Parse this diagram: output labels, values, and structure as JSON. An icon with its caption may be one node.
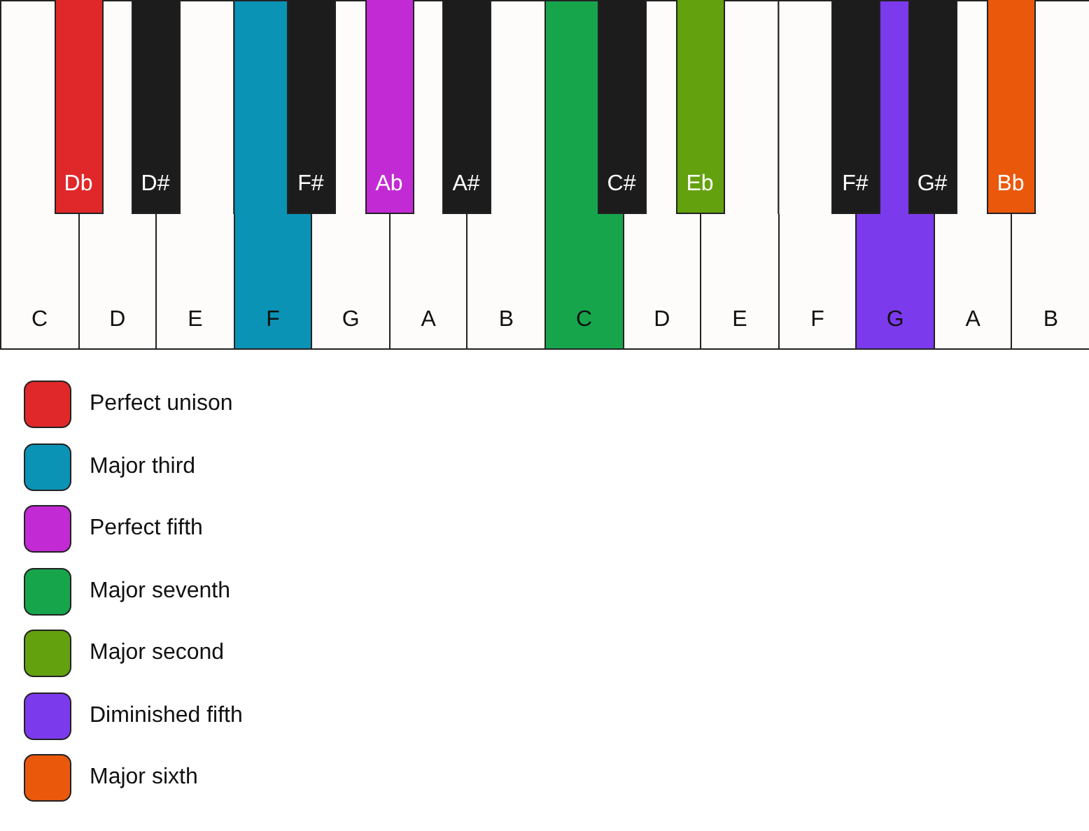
{
  "diagram": {
    "nodes": [
      {
        "text": [
          "C"
        ]
      },
      {
        "text": [
          "D"
        ]
      },
      {
        "text": [
          "E"
        ]
      },
      {
        "text": [
          "F"
        ]
      },
      {
        "text": [
          "G"
        ]
      },
      {
        "text": [
          "A"
        ]
      },
      {
        "text": [
          "B"
        ]
      },
      {
        "text": [
          "C"
        ]
      },
      {
        "text": [
          "D"
        ]
      },
      {
        "text": [
          "E"
        ]
      },
      {
        "text": [
          "F"
        ]
      },
      {
        "text": [
          "G"
        ]
      },
      {
        "text": [
          "A"
        ]
      },
      {
        "text": [
          "B"
        ]
      },
      {
        "text": [
          "Db"
        ]
      },
      {
        "text": [
          "D#"
        ]
      },
      {
        "text": [
          "F#"
        ]
      },
      {
        "text": [
          "Ab"
        ]
      },
      {
        "text": [
          "A#"
        ]
      },
      {
        "text": [
          "C#"
        ]
      },
      {
        "text": [
          "Eb"
        ]
      },
      {
        "text": [
          "F#"
        ]
      },
      {
        "text": [
          "G#"
        ]
      },
      {
        "text": [
          "Bb"
        ]
      }
    ],
    "edges": [],
    "legend": [
      {
        "text": "Perfect unison",
        "color": "#e0282a"
      },
      {
        "text": "Major third",
        "color": "#0a93b5"
      },
      {
        "text": "Perfect fifth",
        "color": "#c22ad4"
      },
      {
        "text": "Major seventh",
        "color": "#17a54c"
      },
      {
        "text": "Major second",
        "color": "#64a10f"
      },
      {
        "text": "Diminished fifth",
        "color": "#7c3aed"
      },
      {
        "text": "Major sixth",
        "color": "#ea580c"
      }
    ]
  }
}
